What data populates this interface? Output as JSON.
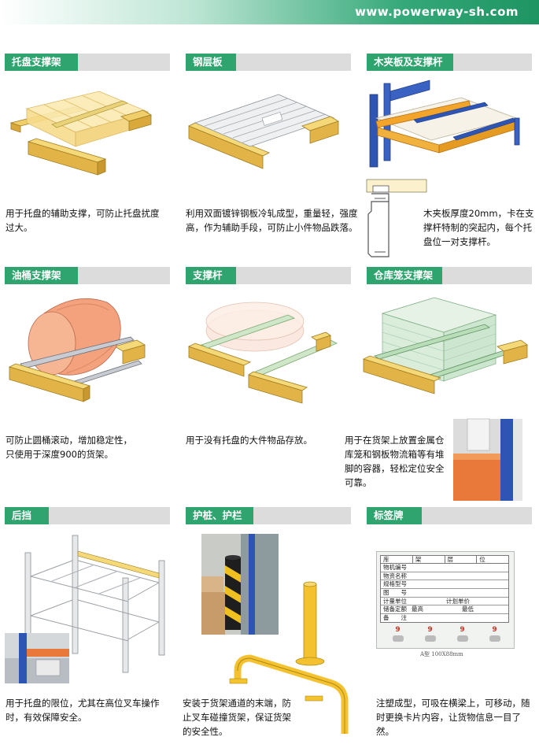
{
  "header": {
    "url": "www.powerway-sh.com"
  },
  "sections": [
    {
      "title": "托盘支撑架",
      "desc_lines": [
        "用于托盘的辅助支撑，可防止托盘扰度",
        "过大。"
      ]
    },
    {
      "title": "钢层板",
      "desc_lines": [
        "利用双面镀锌钢板冷轧成型，重量轻，强度",
        "高，作为辅助手段，可防止小件物品跌落。"
      ]
    },
    {
      "title": "木夹板及支撑杆",
      "desc_lines": [
        "木夹板厚度20mm，卡在支",
        "撑杆特制的突起内，每个托",
        "盘位一对支撑杆。"
      ]
    },
    {
      "title": "油桶支撑架",
      "desc_lines": [
        "可防止圆桶滚动，增加稳定性，",
        "只使用于深度900的货架。"
      ]
    },
    {
      "title": "支撑杆",
      "desc_lines": [
        "用于没有托盘的大件物品存放。"
      ]
    },
    {
      "title": "仓库笼支撑架",
      "desc_lines": [
        "用于在货架上放置金属仓",
        "库笼和钢板物流箱等有堆",
        "脚的容器，轻松定位安全",
        "可靠。"
      ]
    },
    {
      "title": "后挡",
      "desc_lines": [
        "用于托盘的限位，尤其在高位叉车操作",
        "时，有效保障安全。"
      ]
    },
    {
      "title": "护桩、护栏",
      "desc_lines": [
        "安装于货架通道的末端，防",
        "止叉车碰撞货架，保证货架",
        "的安全性。"
      ]
    },
    {
      "title": "标签牌",
      "desc_lines": [
        "注塑成型，可吸在横梁上，可移动，随",
        "时更换卡片内容，让货物信息一目了然。"
      ]
    }
  ],
  "label_card": {
    "header": [
      "库",
      "架",
      "层",
      "位"
    ],
    "rows": [
      "物机编号",
      "物资名称",
      "规格型号",
      "图　　号",
      "计量单位",
      "储备定额",
      "备　　注"
    ],
    "sub_plan": "计划单价",
    "sub_max": "最高",
    "sub_min": "最低",
    "digit": "9",
    "caption": "A型 100X88mm"
  }
}
